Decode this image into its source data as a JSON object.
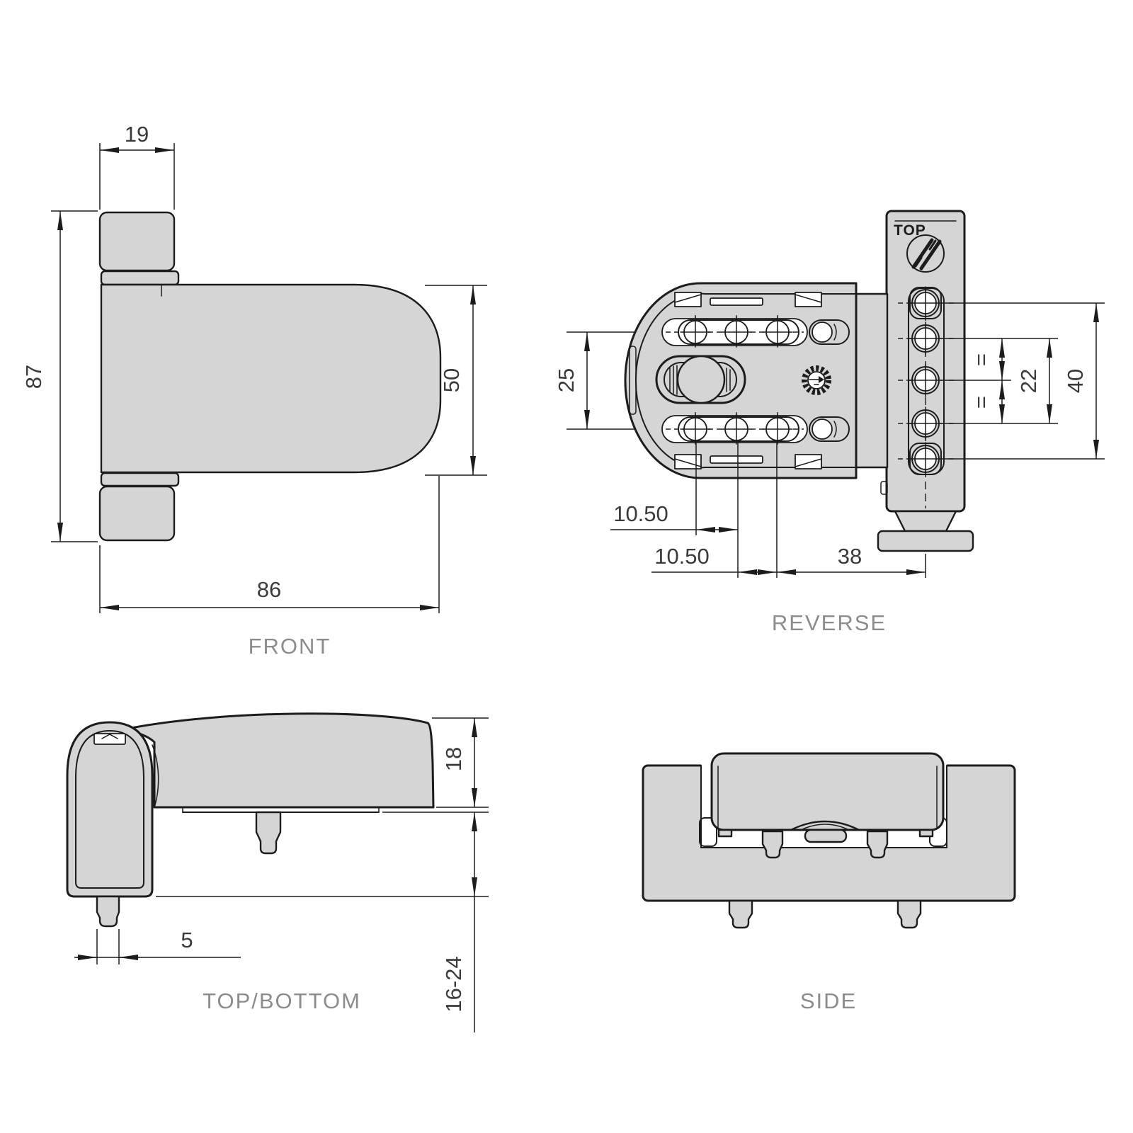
{
  "drawing": {
    "background": "#ffffff",
    "colors": {
      "part_fill": "#d5d5d6",
      "line": "#1c1c1c",
      "dim_text": "#3a3a3a",
      "label_text": "#8c8c8c"
    },
    "icons": {
      "brand_logo": "circle-diagonal-stripes-logo",
      "dial": "rotary-adjustment-dial",
      "screw": "phillips-screw-head"
    },
    "views": {
      "front": {
        "label": "FRONT",
        "dims": {
          "width_top": "19",
          "height_left": "87",
          "height_right": "50",
          "width_bottom": "86"
        }
      },
      "reverse": {
        "label": "REVERSE",
        "plate_marking": "TOP",
        "dims": {
          "row_spacing": "25",
          "equal_mark_1": "=",
          "equal_mark_2": "=",
          "inner_span": "22",
          "outer_span": "40",
          "pitch_left": "10.50",
          "pitch_right": "10.50",
          "plate_offset": "38"
        }
      },
      "topbottom": {
        "label": "TOP/BOTTOM",
        "dims": {
          "thickness": "18",
          "range": "16-24",
          "pin_offset": "5"
        }
      },
      "side": {
        "label": "SIDE"
      }
    }
  }
}
